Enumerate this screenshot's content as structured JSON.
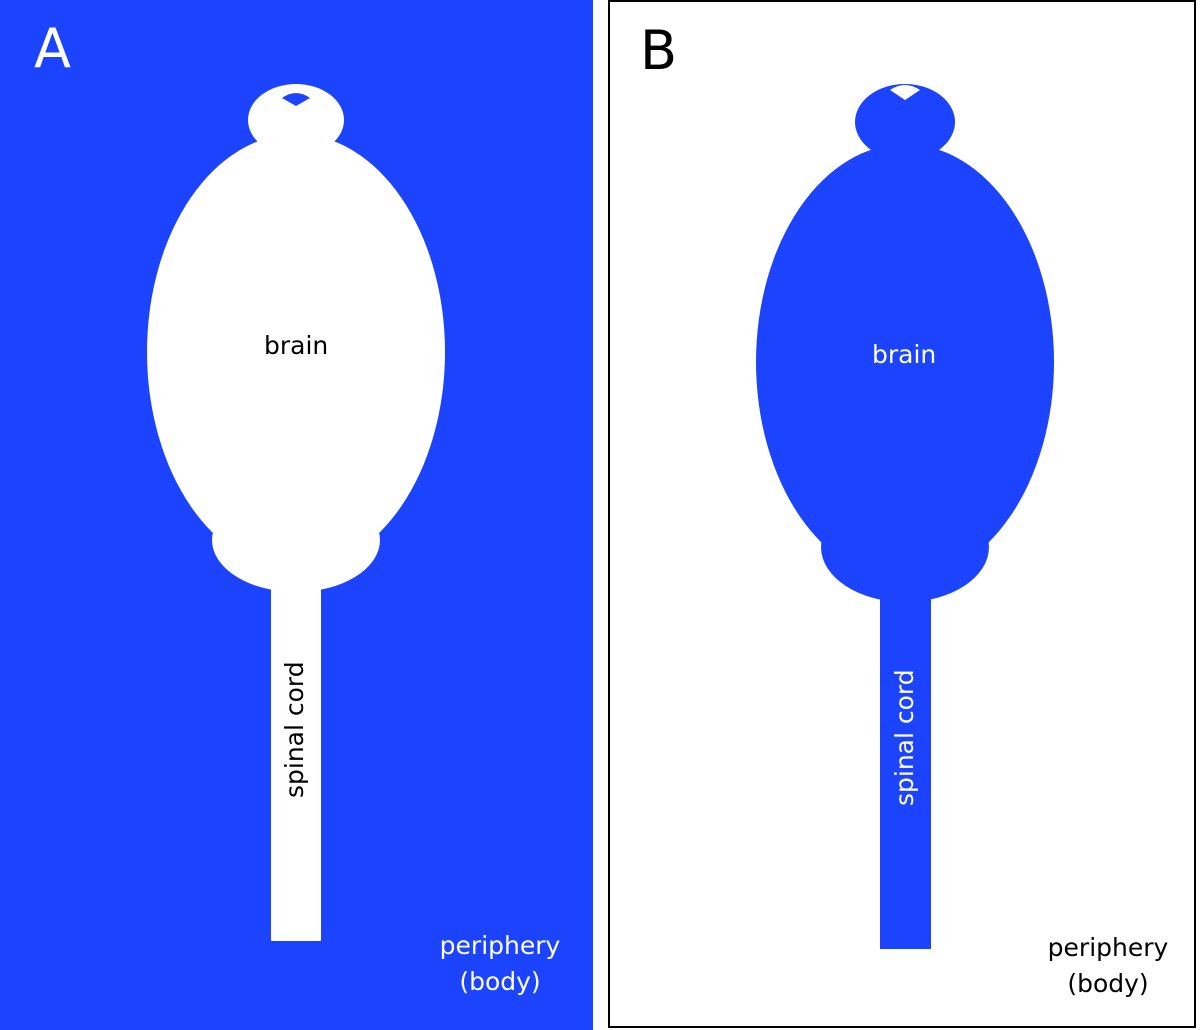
{
  "colors": {
    "accent_blue": "#1c44ff",
    "white": "#ffffff",
    "black": "#000000"
  },
  "panel_a": {
    "letter": "A",
    "brain_label": "brain",
    "spinal_label": "spinal cord",
    "periphery_line1": "periphery",
    "periphery_line2": "(body)"
  },
  "panel_b": {
    "letter": "B",
    "brain_label": "brain",
    "spinal_label": "spinal cord",
    "periphery_line1": "periphery",
    "periphery_line2": "(body)"
  }
}
